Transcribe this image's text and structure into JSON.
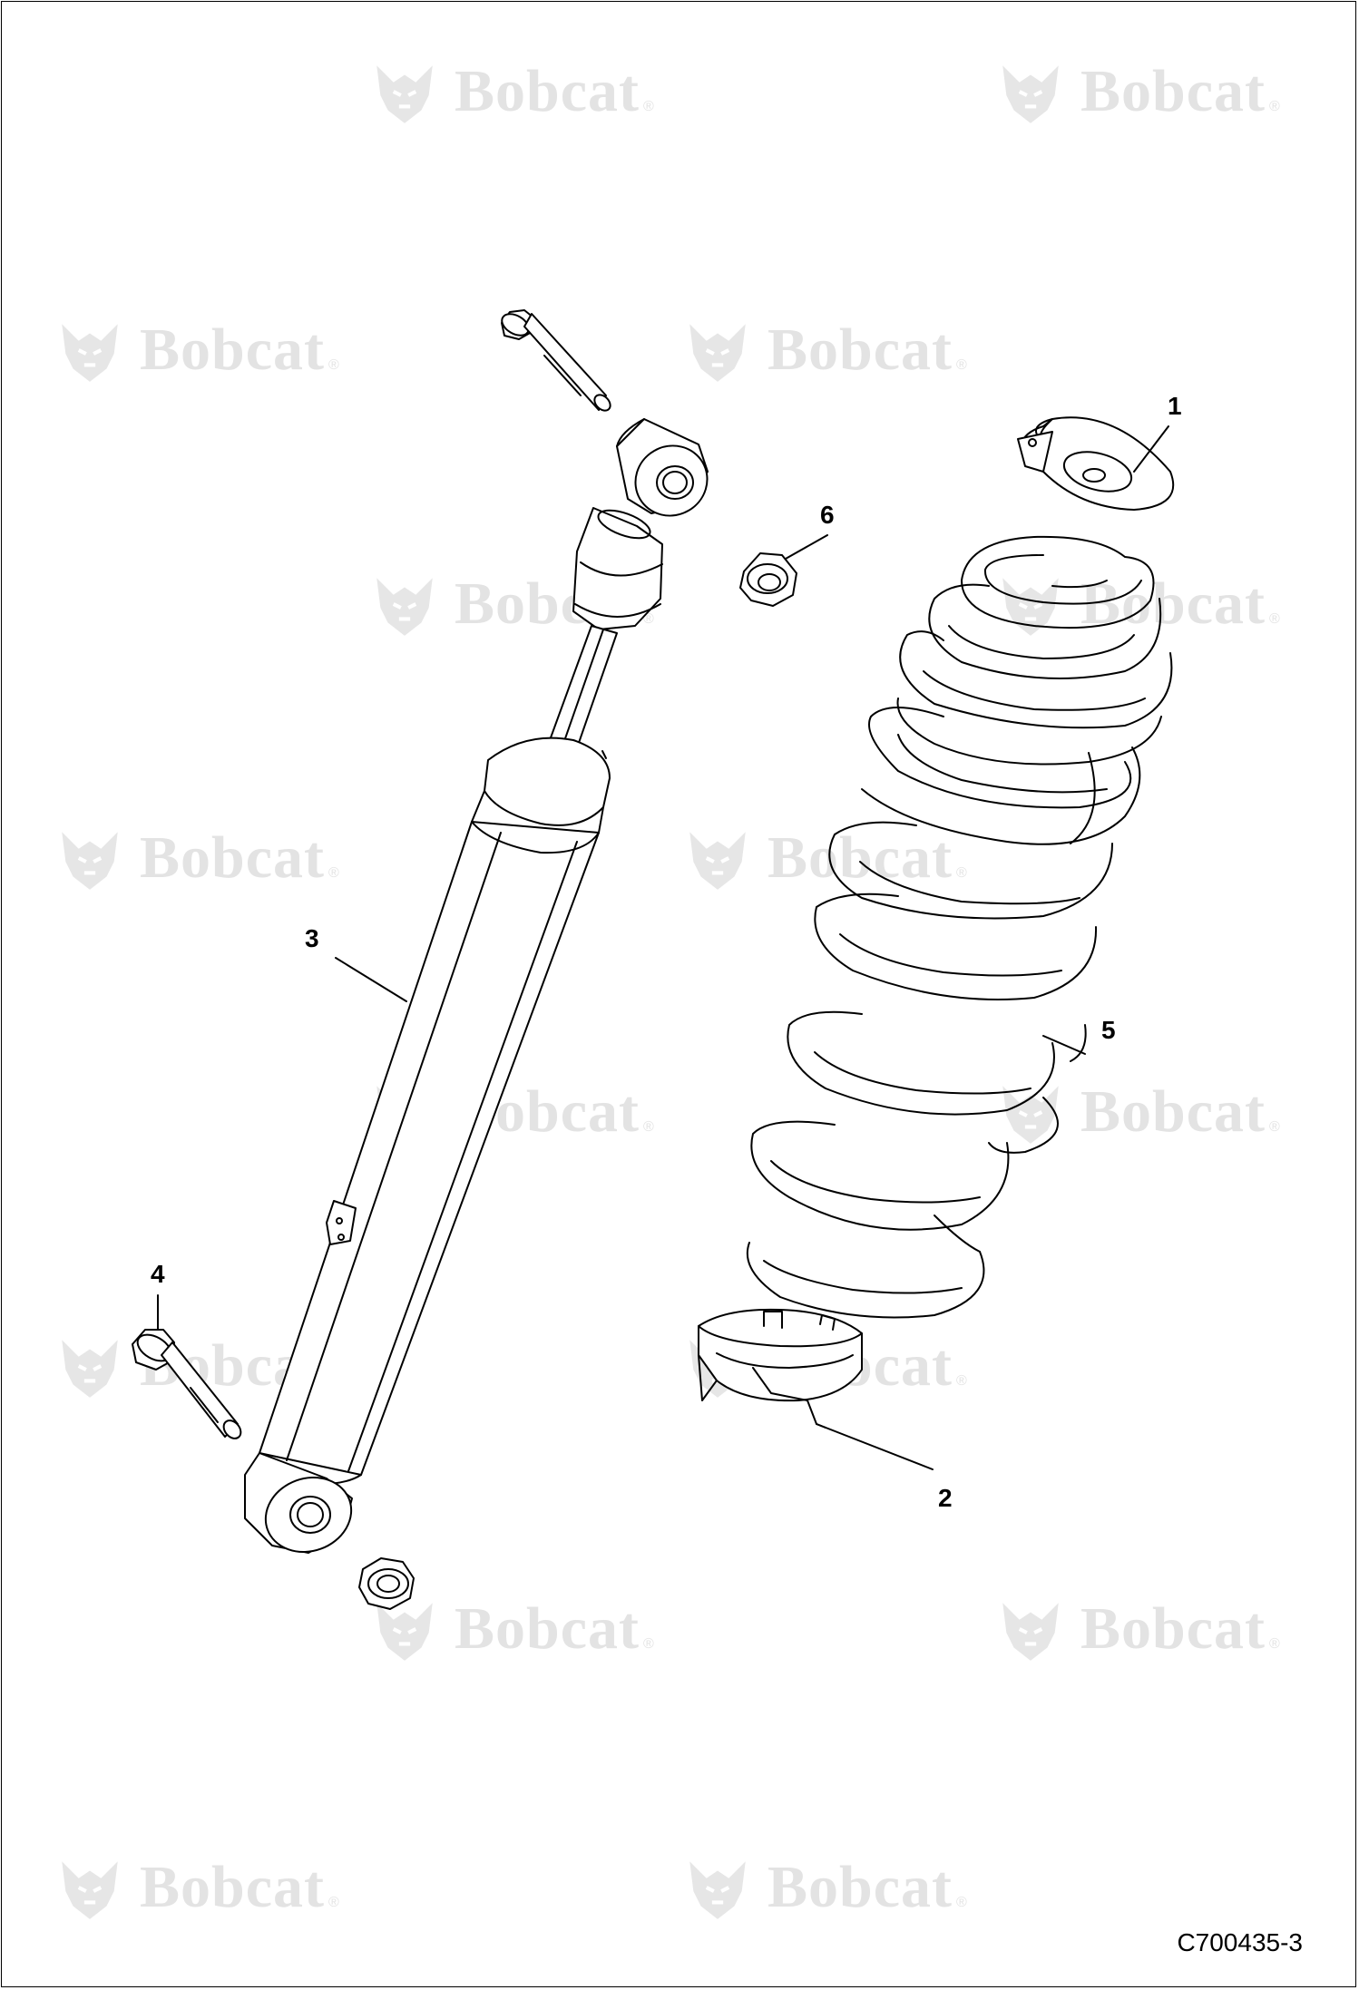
{
  "watermark": {
    "text": "Bobcat",
    "reg": "®"
  },
  "callouts": {
    "c1": "1",
    "c2": "2",
    "c3": "3",
    "c4": "4",
    "c5": "5",
    "c6": "6"
  },
  "figure_id": "C700435-3"
}
